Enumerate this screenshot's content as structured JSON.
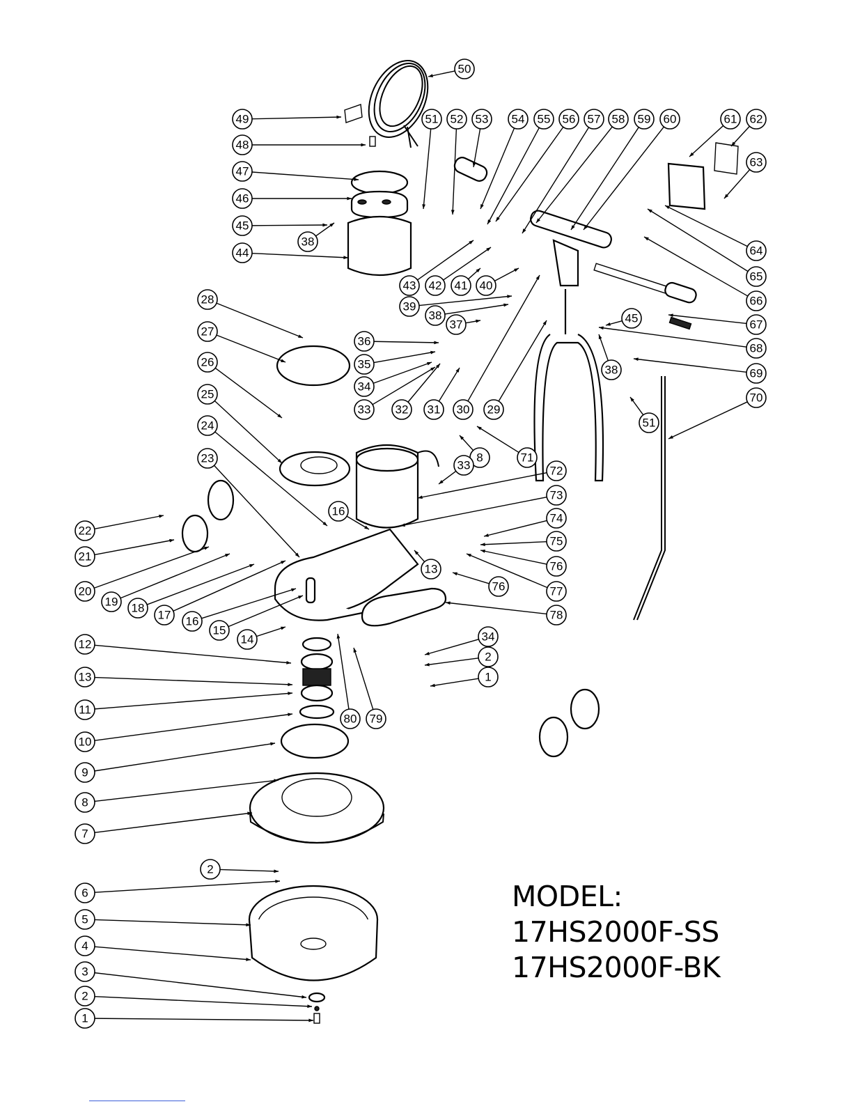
{
  "model": {
    "heading": "MODEL:",
    "numbers": [
      "17HS2000F-SS",
      "17HS2000F-BK"
    ]
  },
  "callouts": [
    "50",
    "49",
    "51",
    "52",
    "53",
    "54",
    "55",
    "56",
    "57",
    "58",
    "59",
    "60",
    "61",
    "62",
    "48",
    "63",
    "47",
    "46",
    "45",
    "38",
    "44",
    "64",
    "65",
    "43",
    "42",
    "41",
    "40",
    "66",
    "39",
    "38",
    "28",
    "45",
    "67",
    "37",
    "36",
    "68",
    "27",
    "35",
    "38",
    "69",
    "34",
    "33",
    "32",
    "31",
    "30",
    "29",
    "26",
    "70",
    "25",
    "51",
    "24",
    "8",
    "71",
    "23",
    "33",
    "72",
    "73",
    "16",
    "22",
    "74",
    "75",
    "13",
    "21",
    "76",
    "20",
    "19",
    "18",
    "17",
    "16",
    "15",
    "77",
    "76",
    "14",
    "78",
    "34",
    "12",
    "2",
    "13",
    "1",
    "11",
    "80",
    "79",
    "10",
    "9",
    "8",
    "7",
    "2",
    "6",
    "5",
    "4",
    "3",
    "2",
    "1"
  ]
}
